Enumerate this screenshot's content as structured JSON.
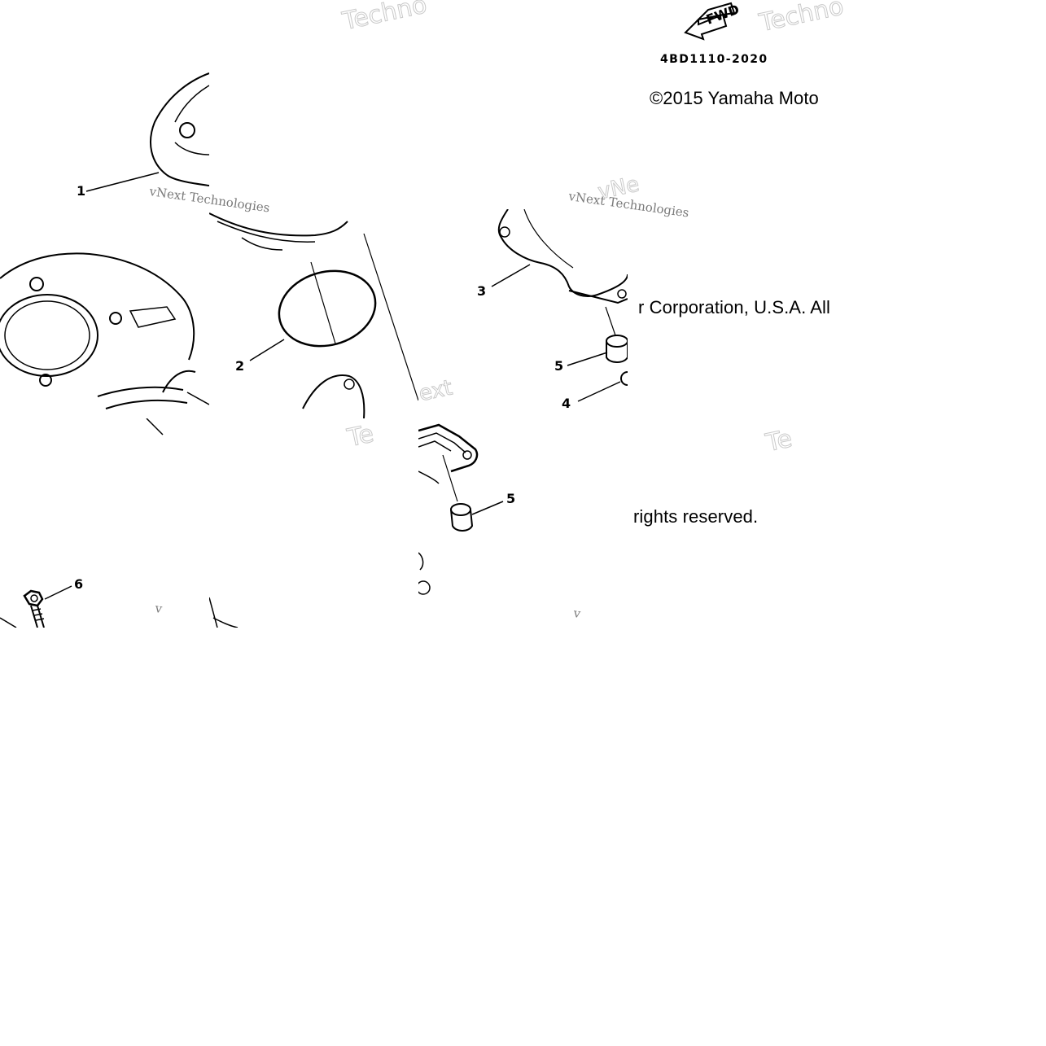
{
  "copyright": {
    "line1": "©2015 Yamaha Moto",
    "line2": "r Corporation, U.S.A. All",
    "line3": "rights reserved."
  },
  "part_number": "4BD1110-2020",
  "fwd_label": "FWD",
  "watermarks": {
    "techno": "Techno",
    "te": "Te",
    "vnext": "vNext Technologies",
    "vnext_short": "vNe",
    "ext": "ext",
    "v": "v"
  },
  "callouts": {
    "c1": "1",
    "c2": "2",
    "c3": "3",
    "c4": "4",
    "c5a": "5",
    "c5b": "5",
    "c6": "6"
  }
}
